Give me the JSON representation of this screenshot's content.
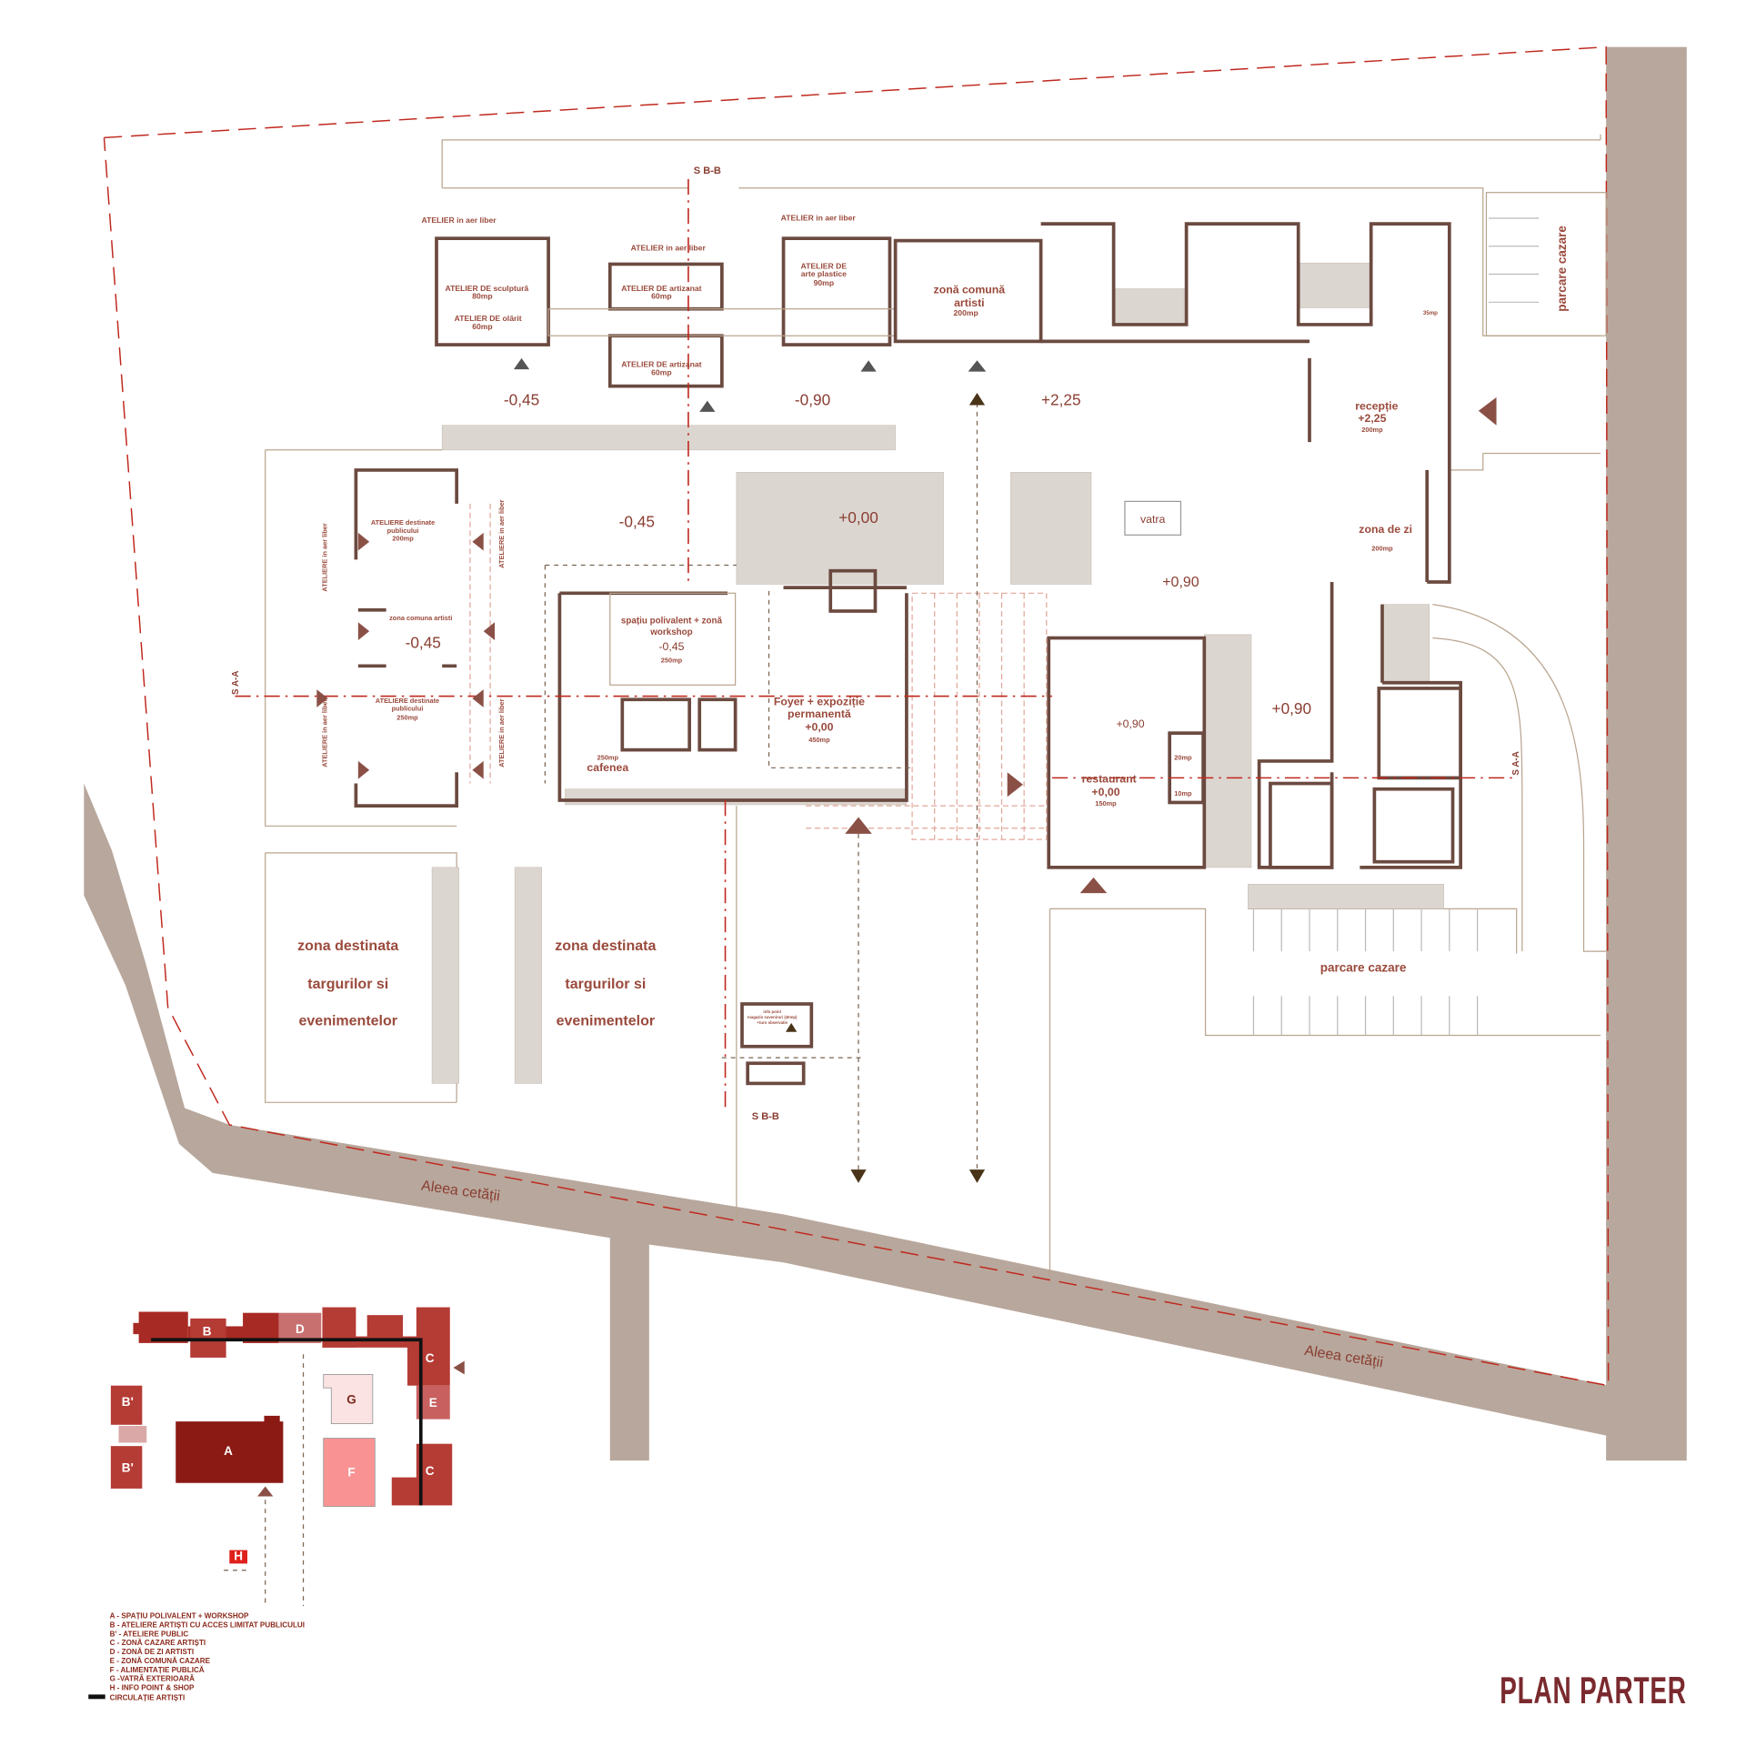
{
  "title": "PLAN PARTER",
  "colors": {
    "wall": "#6b4a40",
    "label": "#9a4a3c",
    "road": "#b8a79c",
    "axis": "#c0281e",
    "keyA": "#8b1a14",
    "keyB": "#a82a24",
    "keyD": "#c87070",
    "keyE": "#c86060",
    "keyF": "#f99393",
    "keyG": "#fbe3e3",
    "keyH": "#e0201a"
  },
  "roads": {
    "road_1": "Aleea cetății",
    "road_2": "Aleea cetății"
  },
  "sections": {
    "sbb_top": "S B-B",
    "sbb_bottom": "S B-B",
    "saa_left": "S A-A",
    "saa_right": "S A-A"
  },
  "top_wing": {
    "outdoor_1": "ATELIER in aer liber",
    "outdoor_2": "ATELIER in aer liber",
    "outdoor_3": "ATELIER in aer liber",
    "sculpture": "ATELIER DE  sculptură",
    "sculpture_area": "80mp",
    "pottery": "ATELIER DE olărit",
    "pottery_area": "60mp",
    "craft_1": "ATELIER DE artizanat",
    "craft_1_area": "60mp",
    "craft_2": "ATELIER DE artizanat",
    "craft_2_area": "60mp",
    "arts_1": "ATELIER DE",
    "arts_2": "arte plastice",
    "arts_area": "90mp",
    "common_1": "zonă comună",
    "common_2": "artisti",
    "common_area": "200mp",
    "level_1": "-0,45",
    "level_2": "-0,90",
    "level_3": "+2,25"
  },
  "east_wing": {
    "reception": "recepție",
    "reception_level": "+2,25",
    "reception_area": "200mp",
    "dayzone": "zona de zi",
    "dayzone_area": "200mp",
    "room_area": "35mp",
    "parking_1": "parcare cazare",
    "parking_2": "parcare cazare",
    "level_1": "+0,90"
  },
  "courtyard": {
    "level_garden": "+0,00",
    "level_west": "-0,45",
    "hearth": "vatra",
    "level_hearth": "+0,90"
  },
  "public_workshops": {
    "ws1_1": "ATELIERE destinate",
    "ws1_2": "publicului",
    "ws1_area": "200mp",
    "common": "zona comuna artisti",
    "level": "-0,45",
    "ws2_1": "ATELIERE destinate",
    "ws2_2": "publicului",
    "ws2_area": "250mp",
    "outdoor_1": "ATELIERE in aer liber",
    "outdoor_2": "ATELIERE in aer liber",
    "outdoor_3": "ATELIERE in aer liber",
    "outdoor_4": "ATELIERE in aer liber"
  },
  "main_building": {
    "multi_1": "spațiu polivalent + zonă",
    "multi_2": "workshop",
    "multi_level": "-0,45",
    "multi_area": "250mp",
    "foyer_1": "Foyer + expoziție",
    "foyer_2": "permanentă",
    "foyer_level": "+0,00",
    "foyer_area": "450mp",
    "cafe_area": "250mp",
    "cafe": "cafenea"
  },
  "restaurant": {
    "name": "restaurant",
    "level": "+0,00",
    "area": "150mp",
    "upper_level": "+0,90",
    "room_1": "20mp",
    "room_2": "10mp"
  },
  "fairs": {
    "a1": "zona destinata",
    "a2": "targurilor si",
    "a3": "evenimentelor",
    "b1": "zona destinata",
    "b2": "targurilor si",
    "b3": "evenimentelor"
  },
  "info_point": {
    "l1": "info point",
    "l2": "magazin suveniruri (40mp)",
    "l3": "+turn observatie"
  },
  "key_map": {
    "a": "A",
    "b": "B",
    "b1": "B'",
    "b2": "B'",
    "c1": "C",
    "c2": "C",
    "d": "D",
    "e": "E",
    "f": "F",
    "g": "G",
    "h": "H"
  },
  "legend": [
    "A - SPAȚIU POLIVALENT + WORKSHOP",
    "B - ATELIERE ARTIȘTI CU ACCES LIMITAT PUBLICULUI",
    "B' - ATELIERE PUBLIC",
    "C - ZONĂ CAZARE ARTIȘTI",
    "D - ZONĂ DE ZI ARTISTI",
    "E - ZONĂ COMUNĂ CAZARE",
    "F - ALIMENTAȚIE PUBLICĂ",
    "G -VATRĂ EXTERIOARĂ",
    "H - INFO POINT & SHOP"
  ],
  "legend_line": "CIRCULAȚIE ARTIȘTI"
}
